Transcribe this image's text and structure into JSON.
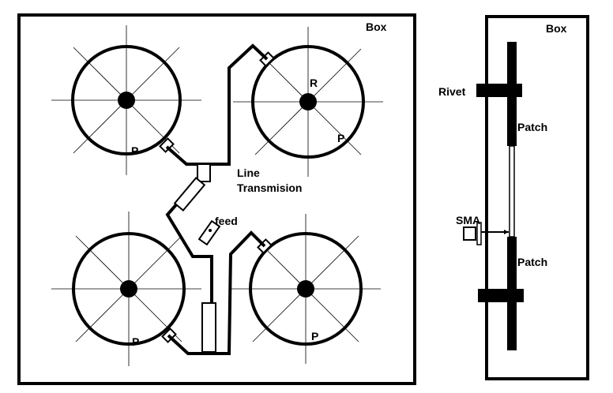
{
  "front_view": {
    "box_label": "Box",
    "patch_labels": [
      "P",
      "P",
      "P",
      "P"
    ],
    "rivet_label": "R",
    "line_label_1": "Line",
    "line_label_2": "Transmision",
    "feed_label": "feed"
  },
  "side_view": {
    "box_label": "Box",
    "rivet_label": "Rivet",
    "patch_top_label": "Patch",
    "patch_bottom_label": "Patch",
    "connector_label": "SMA"
  },
  "colors": {
    "ink": "#000000",
    "background": "#ffffff"
  }
}
